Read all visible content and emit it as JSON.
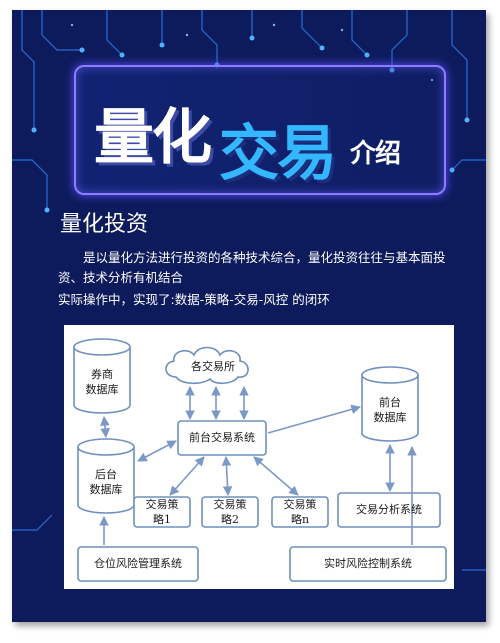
{
  "title": {
    "part1": "量化",
    "part2": "交易",
    "part3": "介绍"
  },
  "section": {
    "heading": "量化投资",
    "paragraph1": "是以量化方法进行投资的各种技术综合，量化投资往往与基本面投资、技术分析有机结合",
    "paragraph2": "实际操作中，实现了:数据-策略-交易-风控 的闭环"
  },
  "diagram": {
    "nodes": {
      "exchanges": "各交易所",
      "broker_db": [
        "券商",
        "数据库"
      ],
      "front_db": [
        "前台",
        "数据库"
      ],
      "front_system": "前台交易系统",
      "back_db": [
        "后台",
        "数据库"
      ],
      "strategy1": [
        "交易策",
        "略1"
      ],
      "strategy2": [
        "交易策",
        "略2"
      ],
      "strategyn": [
        "交易策",
        "略n"
      ],
      "analysis": "交易分析系统",
      "position_risk": "仓位风险管理系统",
      "realtime_risk": "实时风险控制系统"
    },
    "colors": {
      "stroke": "#6f8fbf",
      "arrow": "#7b98c7",
      "background": "#0d1b5c",
      "accent": "#33b8ff"
    }
  }
}
